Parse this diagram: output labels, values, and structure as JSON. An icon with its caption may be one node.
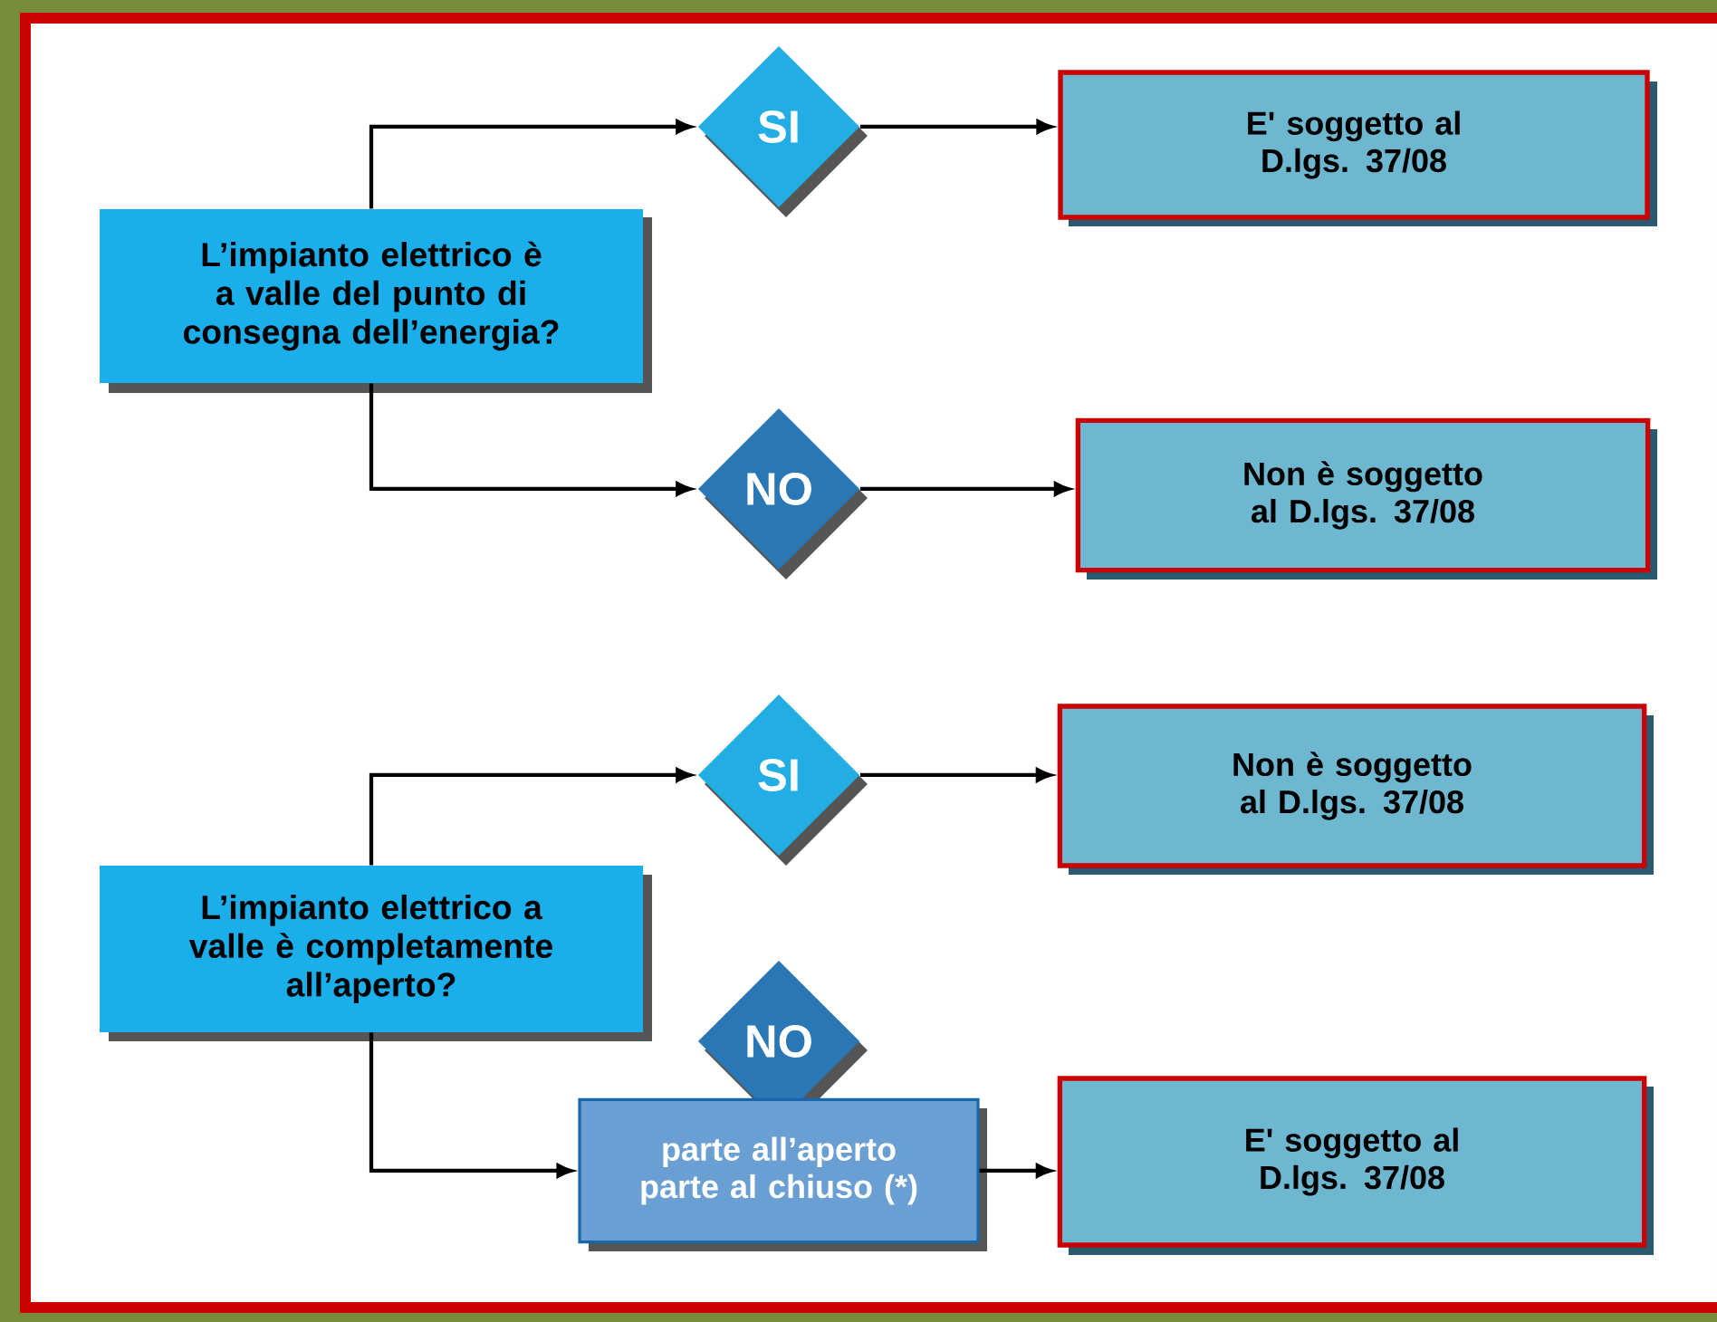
{
  "diagram": {
    "nodes": [
      {
        "text": [
          "L’impianto elettrico è a valle del punto di consegna dell’energia?"
        ]
      },
      {
        "text": [
          "SI"
        ]
      },
      {
        "text": [
          "E' soggetto al D.lgs. 37/08"
        ]
      },
      {
        "text": [
          "NO"
        ]
      },
      {
        "text": [
          "Non è soggetto al D.lgs. 37/08"
        ]
      },
      {
        "text": [
          "SI"
        ]
      },
      {
        "text": [
          "Non è soggetto al D.lgs. 37/08"
        ]
      },
      {
        "text": [
          "L’impianto elettrico a valle è completamente all’aperto?"
        ]
      },
      {
        "text": [
          "NO"
        ]
      },
      {
        "text": [
          "parte all’aperto parte al chiuso (*)"
        ]
      },
      {
        "text": [
          "E' soggetto al D.lgs. 37/08"
        ]
      }
    ],
    "edges": [
      {
        "from": 0,
        "to": 1,
        "arrow": "to"
      },
      {
        "from": 1,
        "to": 2,
        "arrow": "to"
      },
      {
        "from": 0,
        "to": 3,
        "arrow": "to"
      },
      {
        "from": 3,
        "to": 4,
        "arrow": "to"
      },
      {
        "from": 7,
        "to": 5,
        "arrow": "to"
      },
      {
        "from": 5,
        "to": 6,
        "arrow": "to"
      },
      {
        "from": 7,
        "to": 9,
        "arrow": "to"
      },
      {
        "from": 9,
        "to": 10,
        "arrow": "to"
      }
    ]
  }
}
